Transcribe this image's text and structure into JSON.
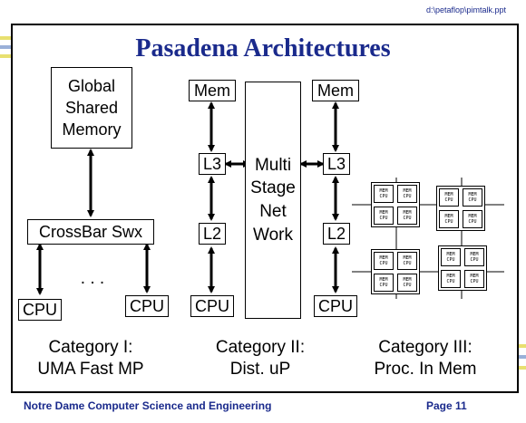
{
  "file_path": "d:\\petaflop\\pimtalk.ppt",
  "title": "Pasadena Architectures",
  "cat1": {
    "memory_lines": [
      "Global",
      "Shared",
      "Memory"
    ],
    "crossbar": "CrossBar Swx",
    "cpu": "CPU",
    "dots": ". . .",
    "caption": [
      "Category I:",
      "UMA Fast MP"
    ]
  },
  "cat2": {
    "mem": "Mem",
    "l3": "L3",
    "l2": "L2",
    "cpu": "CPU",
    "network_lines": [
      "Multi",
      "Stage",
      "Net",
      "Work"
    ],
    "caption": [
      "Category II:",
      "Dist. uP"
    ]
  },
  "cat3": {
    "cell_mem": "MEM",
    "cell_cpu": "CPU",
    "caption": [
      "Category III:",
      "Proc. In Mem"
    ]
  },
  "footer": {
    "left": "Notre Dame Computer Science and Engineering",
    "right": "Page 11"
  }
}
